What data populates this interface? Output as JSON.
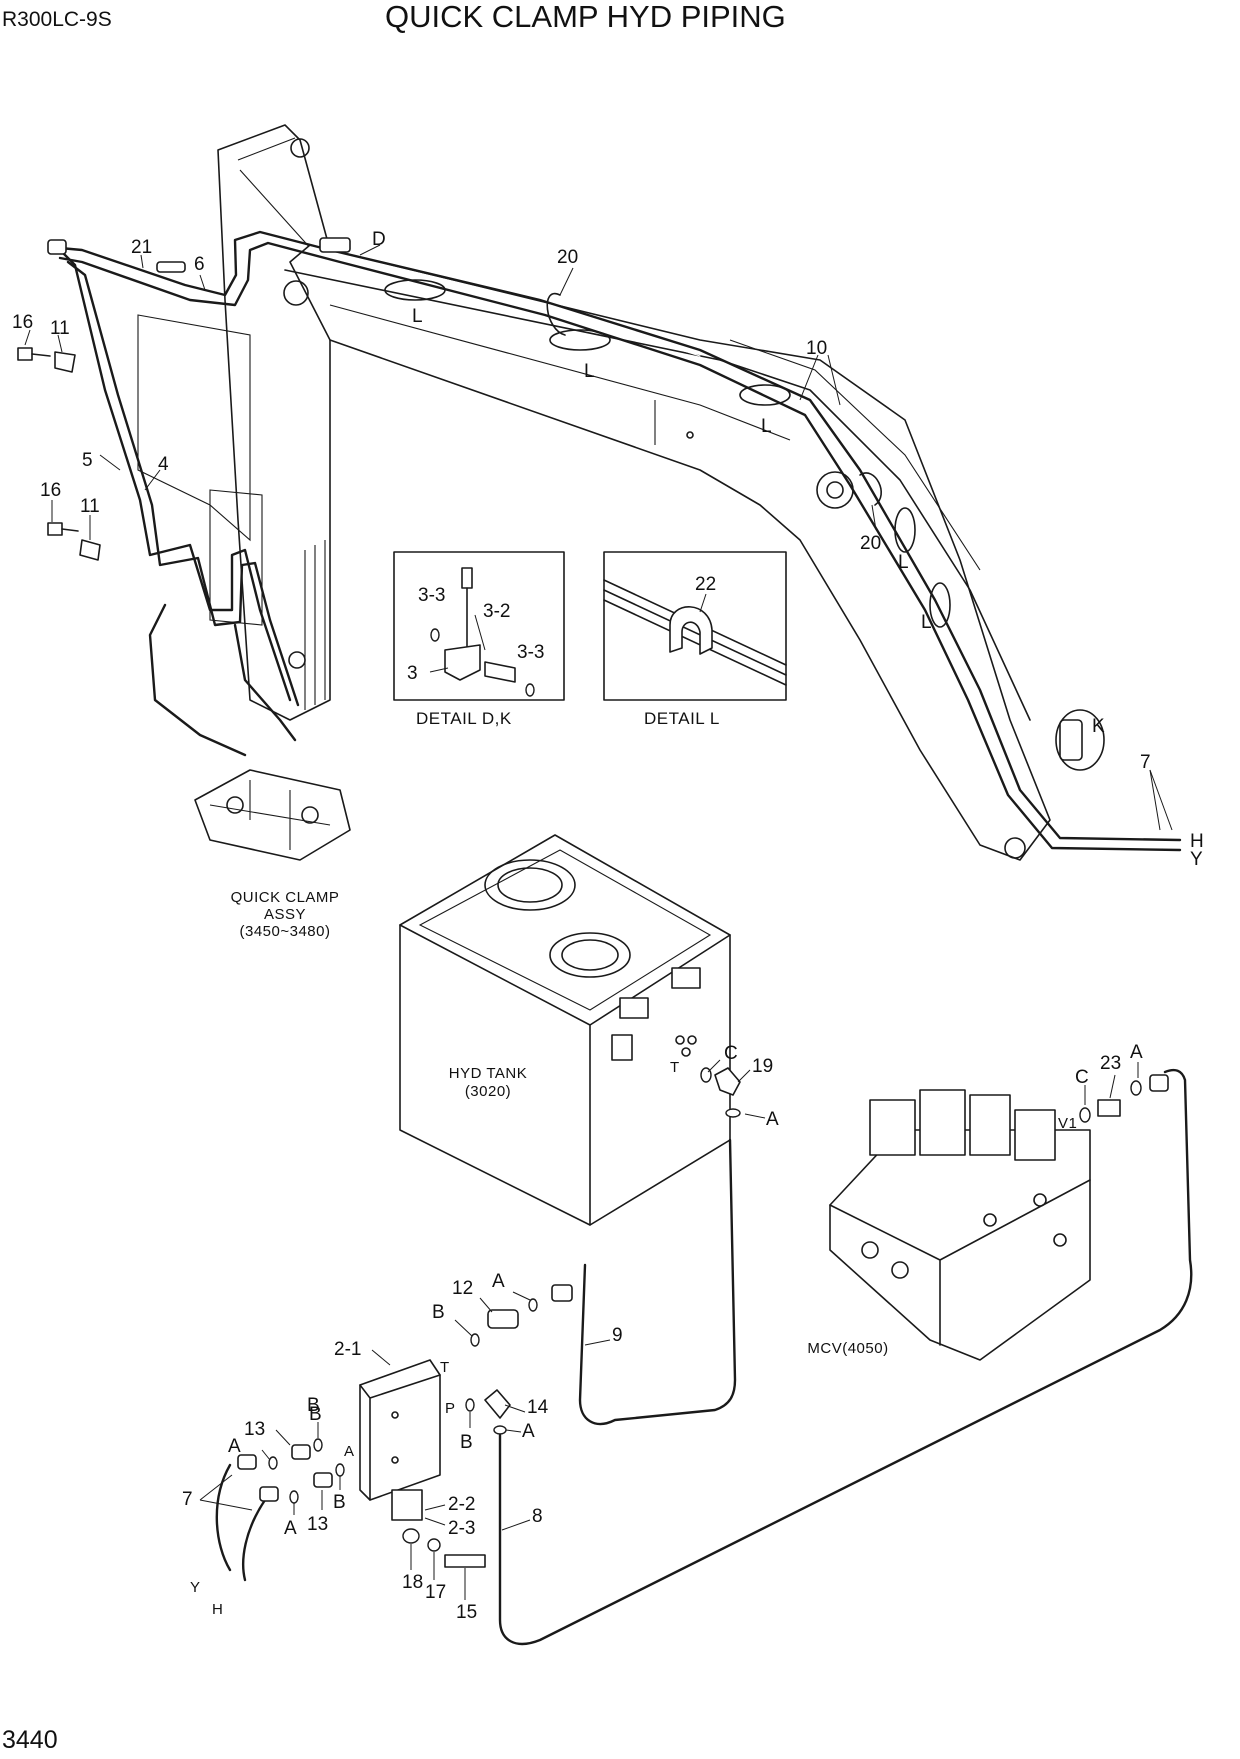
{
  "header": {
    "model": "R300LC-9S",
    "title": "QUICK CLAMP HYD PIPING"
  },
  "page_number": "3440",
  "assemblies": {
    "quick_clamp": [
      "QUICK CLAMP",
      "ASSY",
      "(3450~3480)"
    ],
    "hyd_tank": [
      "HYD TANK",
      "(3020)"
    ],
    "mcv": "MCV(4050)"
  },
  "details": {
    "dk": {
      "caption": "DETAIL  D,K",
      "callouts": [
        "3-3",
        "3-2",
        "3-3",
        "3"
      ]
    },
    "l": {
      "caption": "DETAIL L",
      "callouts": [
        "22"
      ]
    }
  },
  "callouts": [
    "21",
    "6",
    "D",
    "20",
    "L",
    "L",
    "L",
    "10",
    "20",
    "L",
    "L",
    "K",
    "7",
    "H",
    "Y",
    "16",
    "11",
    "5",
    "4",
    "16",
    "11",
    "C",
    "19",
    "A",
    "C",
    "23",
    "A",
    "12",
    "A",
    "B",
    "9",
    "2-1",
    "B",
    "P",
    "14",
    "A",
    "B",
    "T",
    "13",
    "A",
    "B",
    "A",
    "B",
    "13",
    "A",
    "2-2",
    "2-3",
    "7",
    "Y",
    "H",
    "18",
    "17",
    "15",
    "8",
    "V1",
    "T"
  ]
}
